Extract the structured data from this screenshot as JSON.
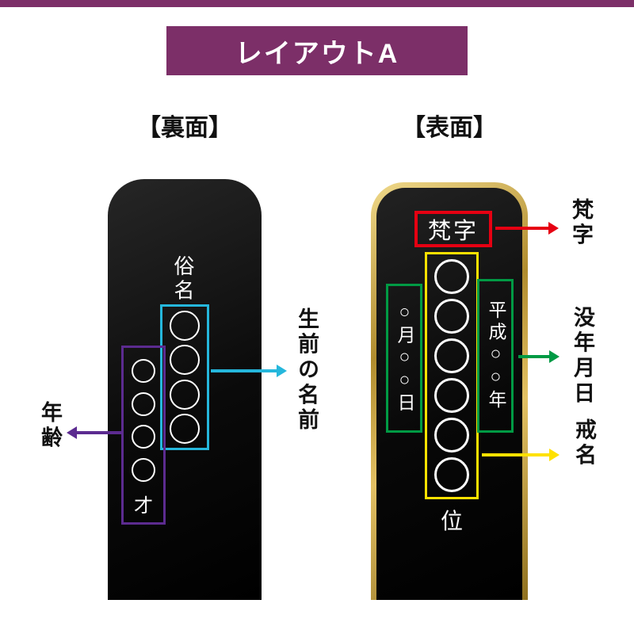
{
  "banner": {
    "title": "レイアウトA"
  },
  "colors": {
    "header_purple": "#7c2f68",
    "cyan": "#25b7dc",
    "violet": "#5c2b90",
    "red": "#e60012",
    "green": "#009a44",
    "yellow": "#ffe100",
    "gold": "#c9a84c",
    "tablet_black": "#0a0a0a"
  },
  "back": {
    "heading": "【裏面】",
    "name_label": "俗名",
    "name_circle_count": 4,
    "age_circle_count": 4,
    "age_suffix": "才",
    "callout_name": "生前の名前",
    "callout_age": "年齢"
  },
  "front": {
    "heading": "【表面】",
    "bonji_text": "梵字",
    "kaimyo_circle_count": 6,
    "rank_char": "位",
    "date_left": "○月○○日",
    "date_right": "平成○○年",
    "callout_bonji": "梵字",
    "callout_date": "没年月日",
    "callout_kaimyo": "戒名"
  }
}
